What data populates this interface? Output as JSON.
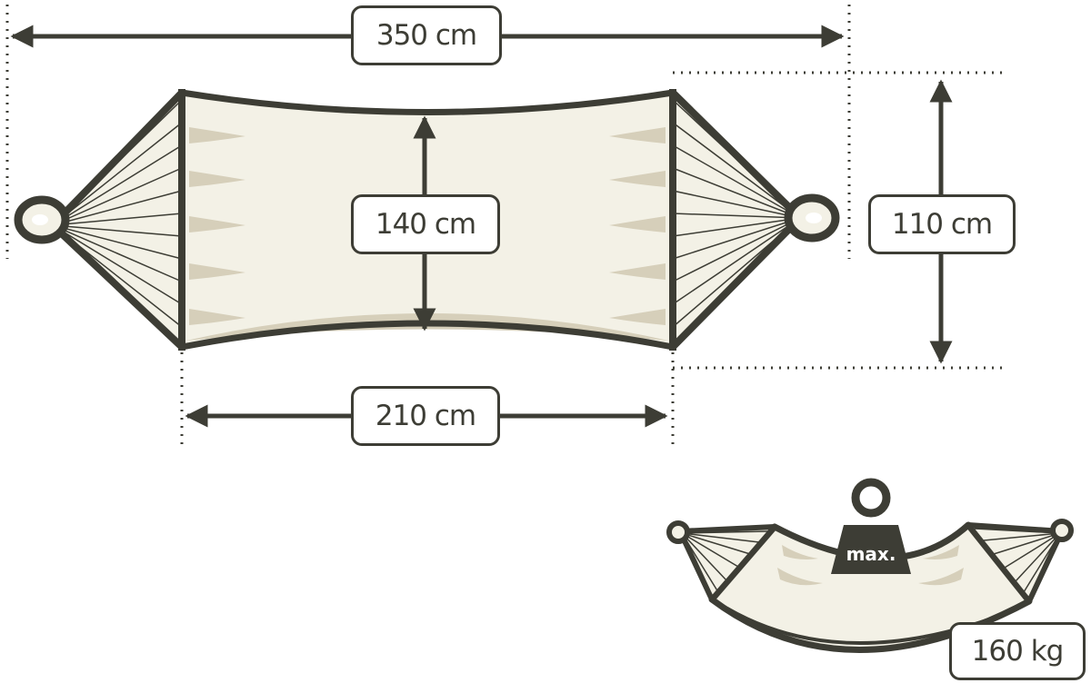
{
  "dimensions": {
    "total_length": "350 cm",
    "bed_length": "210 cm",
    "bed_width": "140 cm",
    "hanging_height": "110 cm"
  },
  "load": {
    "weight_label": "max.",
    "max_load": "160 kg"
  },
  "colors": {
    "outline": "#3d3d35",
    "fabric": "#f3f1e6",
    "fabric_shadow": "#d6cfba",
    "dotted_guides": "#3d3d35"
  }
}
